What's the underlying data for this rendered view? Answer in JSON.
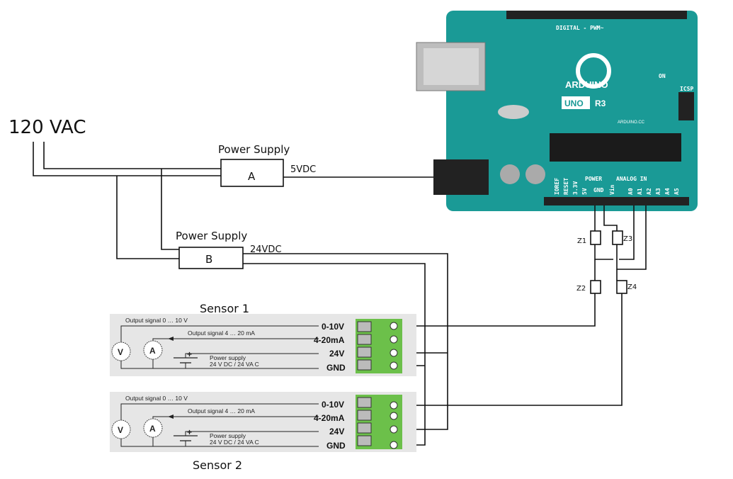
{
  "mains": {
    "label": "120 VAC"
  },
  "power_supply_a": {
    "title": "Power Supply",
    "letter": "A",
    "output": "5VDC"
  },
  "power_supply_b": {
    "title": "Power Supply",
    "letter": "B",
    "output": "24VDC"
  },
  "arduino": {
    "brand": "ARDUINO",
    "model": "UNO",
    "revision": "R3",
    "website": "ARDUINO.CC",
    "digital_label": "DIGITAL - PWM~",
    "header_power": "POWER",
    "header_analog": "ANALOG IN",
    "power_pins": [
      "IOREF",
      "RESET",
      "3.3V",
      "5V",
      "GND",
      "Vin"
    ],
    "analog_pins": [
      "A0",
      "A1",
      "A2",
      "A3",
      "A4",
      "A5"
    ],
    "on_label": "ON",
    "icsp_label": "ICSP",
    "board_color": "#1a9a96"
  },
  "resistors": [
    "Z1",
    "Z2",
    "Z3",
    "Z4"
  ],
  "sensors": [
    {
      "title": "Sensor 1",
      "voltage_signal": "Output signal 0 … 10 V",
      "current_signal": "Output signal 4 … 20 mA",
      "supply_line1": "Power supply",
      "supply_line2": "24 V DC / 24 VA C",
      "voltmeter": "V",
      "ammeter": "A",
      "plus": "+",
      "terminals": [
        "0-10V",
        "4-20mA",
        "24V",
        "GND"
      ]
    },
    {
      "title": "Sensor 2",
      "voltage_signal": "Output signal 0 … 10 V",
      "current_signal": "Output signal 4 … 20 mA",
      "supply_line1": "Power supply",
      "supply_line2": "24 V DC / 24 VA C",
      "voltmeter": "V",
      "ammeter": "A",
      "plus": "+",
      "terminals": [
        "0-10V",
        "4-20mA",
        "24V",
        "GND"
      ]
    }
  ],
  "colors": {
    "panel": "#e6e6e6",
    "terminal_green": "#6cc04a",
    "wire": "#111111"
  }
}
